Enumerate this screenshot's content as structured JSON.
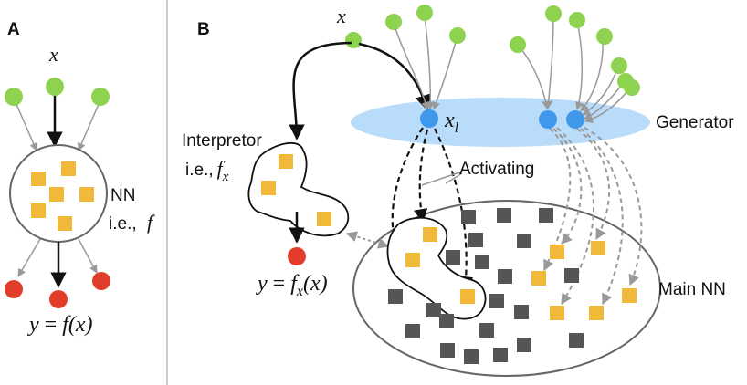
{
  "panels": {
    "a": {
      "label": "A",
      "input": "x",
      "nn_label": "NN",
      "nn_fn_prefix": "i.e.,",
      "nn_fn": "f",
      "output_eq_lhs": "y",
      "output_eq_eq": "=",
      "output_eq_rhs": "f(x)"
    },
    "b": {
      "label": "B",
      "input": "x",
      "xl_main": "x",
      "xl_sub": "l",
      "interpretor_label": "Interpretor",
      "interpretor_fn_prefix": "i.e.,",
      "interpretor_fn_main": "f",
      "interpretor_fn_sub": "x",
      "activating_label": "Activating",
      "generator_label": "Generator",
      "main_nn_label": "Main NN",
      "output_eq_lhs": "y",
      "output_eq_eq": "=",
      "output_eq_f": "f",
      "output_eq_sub": "x",
      "output_eq_arg": "(x)"
    }
  },
  "colors": {
    "input_node": "#8ed34f",
    "output_node": "#e23c2a",
    "gen_node": "#3f98ec",
    "module": "#f0b93a",
    "dark_module": "#555555",
    "generator_fill": "#b9dcfa",
    "arrow_gray": "#999999",
    "divider": "#cccccc"
  }
}
